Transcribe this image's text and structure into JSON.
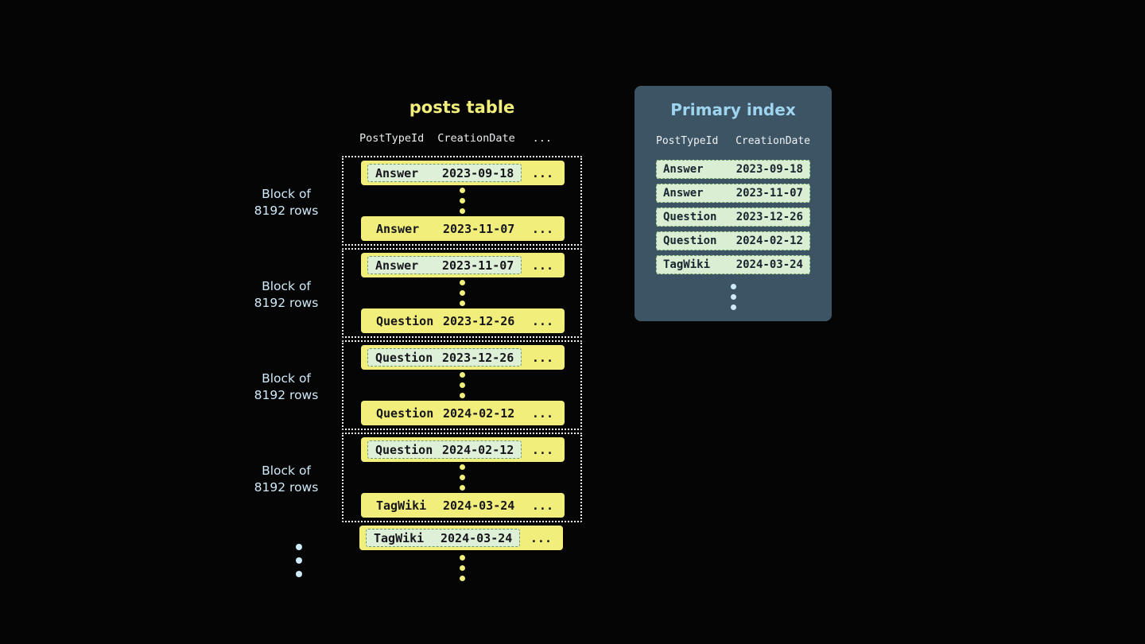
{
  "posts_table": {
    "title": "posts table",
    "columns": [
      "PostTypeId",
      "CreationDate"
    ],
    "ellipsis": "...",
    "block_label": {
      "line1": "Block of",
      "line2": "8192 rows"
    },
    "blocks": [
      {
        "first_row": {
          "post_type": "Answer",
          "date": "2023-09-18"
        },
        "last_row": {
          "post_type": "Answer",
          "date": "2023-11-07"
        }
      },
      {
        "first_row": {
          "post_type": "Answer",
          "date": "2023-11-07"
        },
        "last_row": {
          "post_type": "Question",
          "date": "2023-12-26"
        }
      },
      {
        "first_row": {
          "post_type": "Question",
          "date": "2023-12-26"
        },
        "last_row": {
          "post_type": "Question",
          "date": "2024-02-12"
        }
      },
      {
        "first_row": {
          "post_type": "Question",
          "date": "2024-02-12"
        },
        "last_row": {
          "post_type": "TagWiki",
          "date": "2024-03-24"
        }
      }
    ],
    "trailing_row": {
      "post_type": "TagWiki",
      "date": "2024-03-24"
    }
  },
  "primary_index": {
    "title": "Primary index",
    "columns": [
      "PostTypeId",
      "CreationDate"
    ],
    "rows": [
      {
        "post_type": "Answer",
        "date": "2023-09-18"
      },
      {
        "post_type": "Answer",
        "date": "2023-11-07"
      },
      {
        "post_type": "Question",
        "date": "2023-12-26"
      },
      {
        "post_type": "Question",
        "date": "2024-02-12"
      },
      {
        "post_type": "TagWiki",
        "date": "2024-03-24"
      }
    ]
  },
  "colors": {
    "background": "#050505",
    "row_yellow": "#f1ee7c",
    "highlight_mint": "#def0d8",
    "highlight_border_green": "#6e9c64",
    "panel_slate": "#3d5464",
    "label_blue": "#cfeaf8",
    "index_title_blue": "#9fd4ef",
    "dotted_border_white": "#eef0f2"
  }
}
